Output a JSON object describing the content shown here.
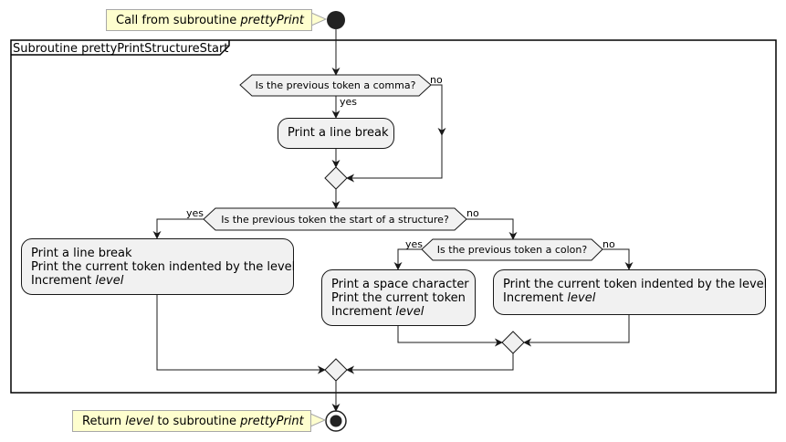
{
  "notes": {
    "start_prefix": "Call from subroutine ",
    "start_em": "prettyPrint",
    "end_prefix": "Return ",
    "end_em1": "level",
    "end_mid": " to subroutine ",
    "end_em2": "prettyPrint"
  },
  "frame": {
    "title": "Subroutine prettyPrintStructureStart"
  },
  "decisions": {
    "comma": "Is the previous token a comma?",
    "structure": "Is the previous token the start of a structure?",
    "colon": "Is the previous token a colon?"
  },
  "branch_labels": {
    "comma_no": "no",
    "comma_yes": "yes",
    "structure_yes": "yes",
    "structure_no": "no",
    "colon_yes": "yes",
    "colon_no": "no"
  },
  "actions": {
    "line_break": "Print a line break",
    "structure_yes": {
      "line1": "Print a line break",
      "line2": "Print the current token indented by the level",
      "line3_prefix": "Increment ",
      "line3_em": "level"
    },
    "colon_yes": {
      "line1": "Print a space character",
      "line2": "Print the current token",
      "line3_prefix": "Increment ",
      "line3_em": "level"
    },
    "colon_no": {
      "line1": "Print the current token indented by the level",
      "line2_prefix": "Increment ",
      "line2_em": "level"
    }
  },
  "colors": {
    "note_fill": "#fefece",
    "node_fill": "#f1f1f1",
    "stroke": "#181818"
  }
}
